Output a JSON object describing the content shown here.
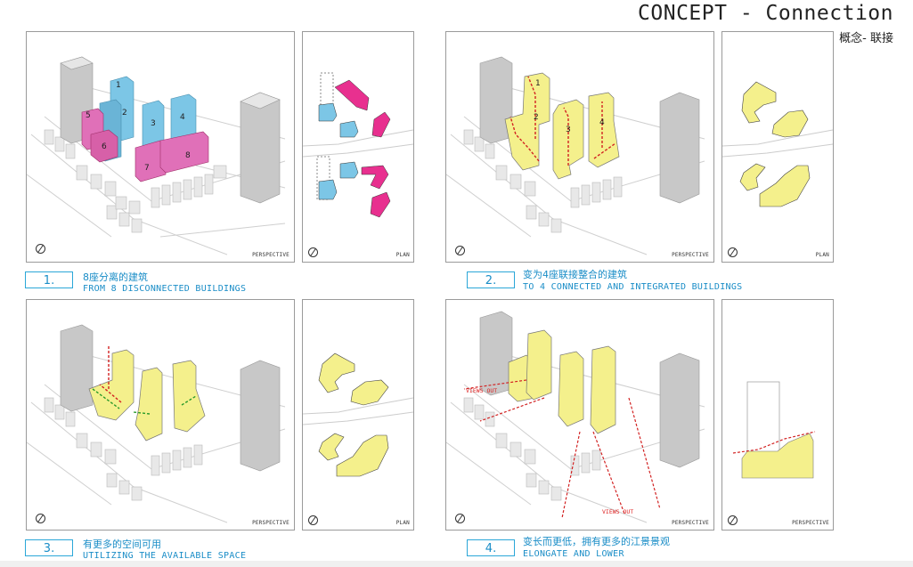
{
  "header": {
    "title": "CONCEPT - Connection",
    "subtitle": "概念- 联接"
  },
  "labels": {
    "perspective": "PERSPECTIVE",
    "plan": "PLAN",
    "views_out": "VIEWS OUT"
  },
  "steps": [
    {
      "number": "1.",
      "cn": "8座分离的建筑",
      "en": "FROM 8 DISCONNECTED BUILDINGS"
    },
    {
      "number": "2.",
      "cn": "变为4座联接整合的建筑",
      "en": "TO 4 CONNECTED AND INTEGRATED BUILDINGS"
    },
    {
      "number": "3.",
      "cn": "有更多的空间可用",
      "en": "UTILIZING THE AVAILABLE SPACE"
    },
    {
      "number": "4.",
      "cn": "变长而更低，拥有更多的江景景观",
      "en": "ELONGATE AND LOWER"
    }
  ],
  "building_numbers": [
    "1",
    "2",
    "3",
    "4",
    "5",
    "6",
    "7",
    "8"
  ],
  "connected_numbers": [
    "1",
    "2",
    "3",
    "4"
  ],
  "colors": {
    "blue": "#7cc6e6",
    "magenta": "#e8308f",
    "pink": "#e070b8",
    "yellow": "#f4f08c",
    "gray": "#cfcfcf",
    "accent": "#1a8dc7",
    "arrow": "#d22222",
    "green_arrow": "#2a9a2a"
  }
}
